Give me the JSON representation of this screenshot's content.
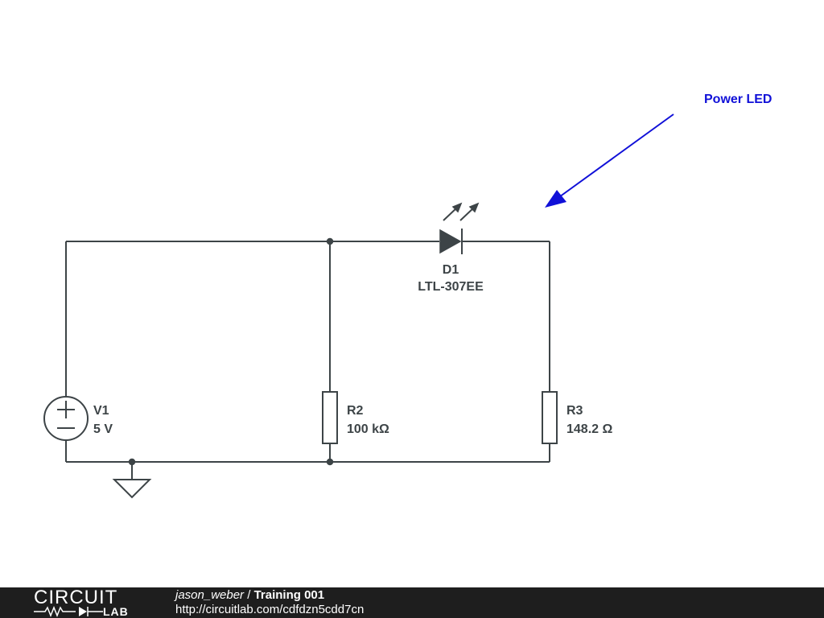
{
  "components": {
    "v1": {
      "ref": "V1",
      "value": "5 V"
    },
    "r2": {
      "ref": "R2",
      "value": "100 kΩ"
    },
    "r3": {
      "ref": "R3",
      "value": "148.2 Ω"
    },
    "d1": {
      "ref": "D1",
      "value": "LTL-307EE"
    }
  },
  "annotation": {
    "text": "Power LED",
    "color": "#1010d8"
  },
  "footer": {
    "logo_top": "CIRCUIT",
    "logo_bottom": "LAB",
    "author": "jason_weber",
    "separator": " / ",
    "title": "Training 001",
    "url": "http://circuitlab.com/cdfdzn5cdd7cn"
  },
  "colors": {
    "wire": "#3d4447",
    "annotation": "#1010d8",
    "footer_background": "#1e1e1e"
  }
}
